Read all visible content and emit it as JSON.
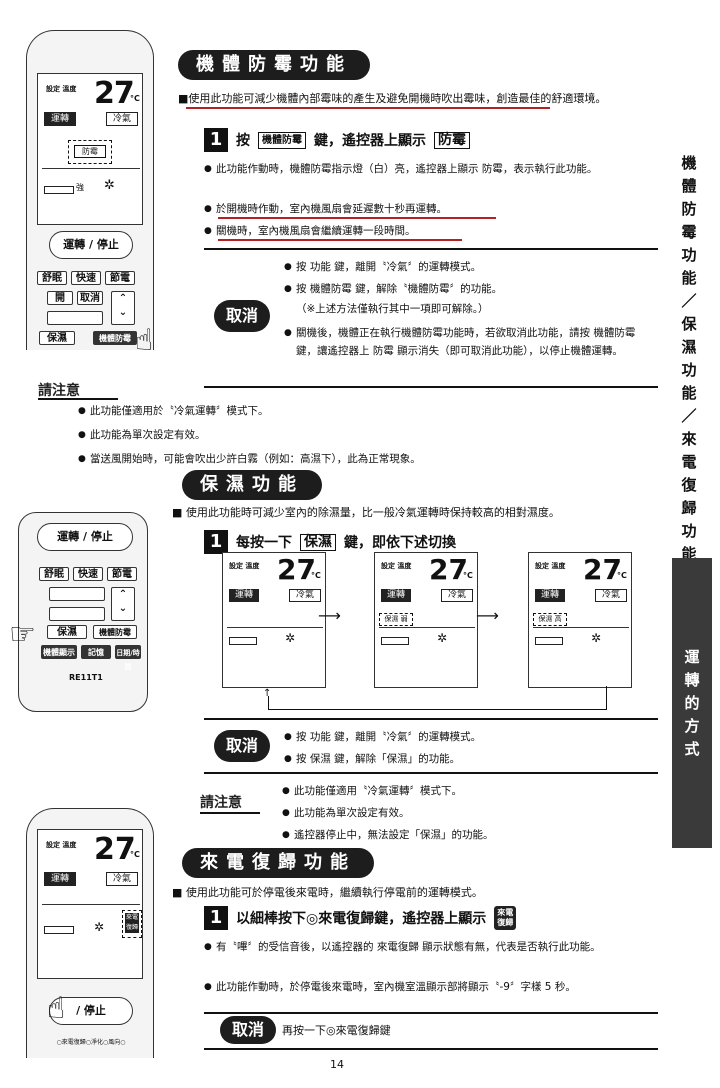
{
  "sidebar": {
    "chars": [
      "機",
      "體",
      "防",
      "霉",
      "功",
      "能",
      "／",
      "保",
      "濕",
      "功",
      "能",
      "／",
      "來",
      "電",
      "復",
      "歸",
      "功",
      "能"
    ],
    "tab_chars": [
      "運",
      "轉",
      "的",
      "方",
      "式"
    ]
  },
  "remote1": {
    "set_label": "設定 溫度",
    "temp": "27",
    "unit": "°C",
    "mode_run": "運轉",
    "mode_cool": "冷氣",
    "mold_tag": "防霉",
    "fan_label": "強",
    "power_btn": "運轉 / 停止",
    "btn_sleep": "舒眠",
    "btn_quick": "快速",
    "btn_eco": "節電",
    "btn_on": "開",
    "btn_off": "取消",
    "btn_keep": "保濕",
    "btn_mold": "機體防霉"
  },
  "section1": {
    "title": "機體防霉功能",
    "intro": "使用此功能可減少機體內部霉味的產生及避免開機時吹出霉味，創造最佳的舒適環境。",
    "step_num": "1",
    "step_prefix": "按",
    "step_key": "機體防霉",
    "step_mid": "鍵，遙控器上顯示",
    "step_disp": "防霉",
    "bullets": [
      "此功能作動時，機體防霉指示燈（白）亮，遙控器上顯示 防霉，表示執行此功能。",
      "於開機時作動，室內機風扇會延遲數十秒再運轉。",
      "關機時，室內機風扇會繼續運轉一段時間。"
    ],
    "cancel_label": "取消",
    "cancel_items": [
      "按 功能 鍵，離開〝冷氣〞的運轉模式。",
      "按 機體防霉 鍵，解除〝機體防霉〞的功能。",
      "（※上述方法僅執行其中一項即可解除。）",
      "關機後，機體正在執行機體防霉功能時，若欲取消此功能，請按 機體防霉 鍵，讓遙控器上 防霉 顯示消失（即可取消此功能），以停止機體運轉。"
    ]
  },
  "note1": {
    "title": "請注意",
    "items": [
      "此功能僅適用於〝冷氣運轉〞模式下。",
      "此功能為單次設定有效。",
      "當送風開始時，可能會吹出少許白霧（例如：高濕下），此為正常現象。"
    ]
  },
  "remote2": {
    "power_btn": "運轉 / 停止",
    "btn_sleep": "舒眠",
    "btn_quick": "快速",
    "btn_eco": "節電",
    "btn_keep": "保濕",
    "btn_mold": "機體防霉",
    "btn_disp": "機體顯示",
    "btn_mem": "記憶",
    "btn_timer": "日期/時間",
    "model": "RE11T1"
  },
  "section2": {
    "title": "保濕功能",
    "intro": "使用此功能時可減少室內的除濕量，比一般冷氣運轉時保持較高的相對濕度。",
    "step_num": "1",
    "step_text": "每按一下",
    "step_key": "保濕",
    "step_text2": "鍵，即依下述切換",
    "screens": [
      {
        "set": "設定 溫度",
        "temp": "27",
        "unit": "°C",
        "run": "運轉",
        "cool": "冷氣",
        "tag": ""
      },
      {
        "set": "設定 溫度",
        "temp": "27",
        "unit": "°C",
        "run": "運轉",
        "cool": "冷氣",
        "tag": "保濕 弱"
      },
      {
        "set": "設定 溫度",
        "temp": "27",
        "unit": "°C",
        "run": "運轉",
        "cool": "冷氣",
        "tag": "保濕 高"
      }
    ],
    "cancel_label": "取消",
    "cancel_items": [
      "按 功能 鍵，離開〝冷氣〞的運轉模式。",
      "按 保濕 鍵，解除「保濕」的功能。"
    ]
  },
  "note2": {
    "title": "請注意",
    "items": [
      "此功能僅適用〝冷氣運轉〞模式下。",
      "此功能為單次設定有效。",
      "遙控器停止中，無法設定「保濕」的功能。"
    ]
  },
  "remote3": {
    "set_label": "設定 溫度",
    "temp": "27",
    "unit": "°C",
    "mode_run": "運轉",
    "mode_cool": "冷氣",
    "power_btn": "/ 停止",
    "recover_tag": "來電 復歸"
  },
  "section3": {
    "title": "來電復歸功能",
    "intro": "使用此功能可於停電後來電時，繼續執行停電前的運轉模式。",
    "step_num": "1",
    "step_text": "以細棒按下◎來電復歸鍵，遙控器上顯示",
    "step_icon": "來電 復歸",
    "bullets": [
      "有〝嗶〞的受信音後，以遙控器的 來電復歸 顯示狀態有無，代表是否執行此功能。",
      "此功能作動時，於停電後來電時，室內機室溫顯示部將顯示〝-9〞字樣 5 秒。"
    ],
    "cancel_label": "取消",
    "cancel_text": "再按一下◎來電復歸鍵"
  },
  "page_number": "14"
}
